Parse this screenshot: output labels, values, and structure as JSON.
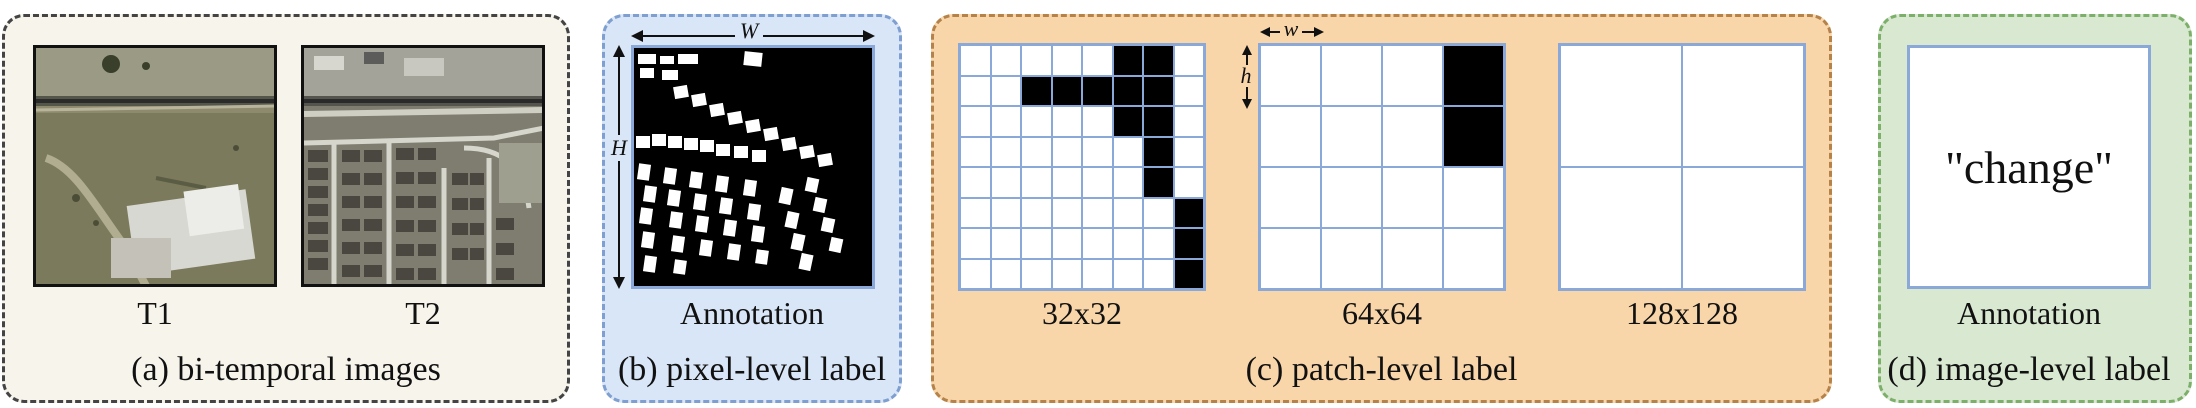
{
  "panel_a": {
    "caption": "(a) bi-temporal images",
    "image_t1_label": "T1",
    "image_t2_label": "T2"
  },
  "panel_b": {
    "caption": "(b) pixel-level label",
    "sublabel": "Annotation",
    "width_symbol": "W",
    "height_symbol": "H"
  },
  "panel_c": {
    "caption": "(c) patch-level label",
    "width_symbol": "w",
    "height_symbol": "h",
    "grids": [
      {
        "label": "32x32",
        "size": 8,
        "black_cells": [
          [
            0,
            5
          ],
          [
            0,
            6
          ],
          [
            1,
            2
          ],
          [
            1,
            3
          ],
          [
            1,
            4
          ],
          [
            1,
            5
          ],
          [
            1,
            6
          ],
          [
            2,
            5
          ],
          [
            2,
            6
          ],
          [
            3,
            6
          ],
          [
            4,
            6
          ],
          [
            5,
            7
          ],
          [
            6,
            7
          ],
          [
            7,
            7
          ]
        ]
      },
      {
        "label": "64x64",
        "size": 4,
        "black_cells": [
          [
            0,
            3
          ],
          [
            1,
            3
          ]
        ]
      },
      {
        "label": "128x128",
        "size": 2,
        "black_cells": []
      }
    ]
  },
  "panel_d": {
    "caption": "(d) image-level label",
    "sublabel": "Annotation",
    "value": "\"change\""
  },
  "colors": {
    "grid_line": "#8aa8d8",
    "change_cell": "#000000",
    "nochange_cell": "#ffffff"
  }
}
